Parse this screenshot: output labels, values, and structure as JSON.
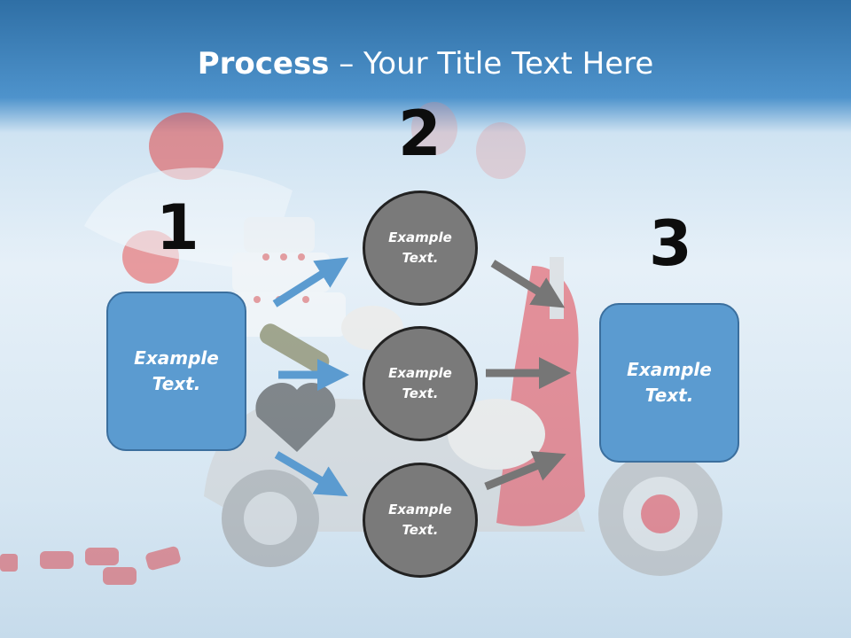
{
  "title": {
    "bold": "Process",
    "rest": " – Your Title Text Here"
  },
  "steps": {
    "one": "1",
    "two": "2",
    "three": "3"
  },
  "left_box": {
    "text": "Example\nText."
  },
  "right_box": {
    "text": "Example\nText."
  },
  "circles": [
    {
      "text": "Example\nText."
    },
    {
      "text": "Example\nText."
    },
    {
      "text": "Example\nText."
    }
  ],
  "colors": {
    "box_fill": "#5b9bd0",
    "circle_fill": "#7a7a7a",
    "blue_arrow": "#5b9bd0",
    "gray_arrow": "#767676",
    "title_bar": "#3a7fbb"
  }
}
